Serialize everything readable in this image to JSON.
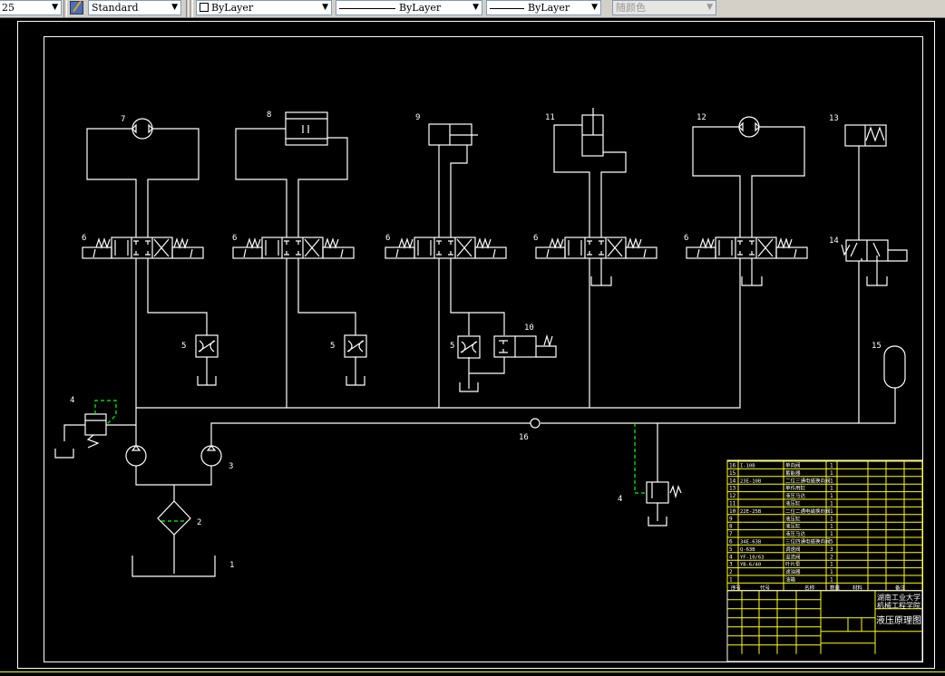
{
  "toolbar": {
    "lineweight_value": "25",
    "text_style_value": "Standard",
    "text_style_icon": "text-style-icon",
    "layer_color_value": "ByLayer",
    "linetype_value": "ByLayer",
    "lineweight2_value": "ByLayer",
    "plot_style_value": "随颜色"
  },
  "colors": {
    "background": "#000000",
    "lines": "#ffffff",
    "pilot_dashed": "#00ff00",
    "title_block": "#ffff00",
    "toolbar": "#d4d0c8"
  },
  "drawing": {
    "labels": {
      "l1": "1",
      "l2": "2",
      "l3": "3",
      "l4a": "4",
      "l4b": "4",
      "l5a": "5",
      "l5b": "5",
      "l5c": "5",
      "l6a": "6",
      "l6b": "6",
      "l6c": "6",
      "l6d": "6",
      "l6e": "6",
      "l7": "7",
      "l8": "8",
      "l9": "9",
      "l10": "10",
      "l11": "11",
      "l12": "12",
      "l13": "13",
      "l14": "14",
      "l15": "15",
      "l16": "16"
    }
  },
  "title_block": {
    "parts": [
      {
        "no": "16",
        "code": "I-10B",
        "name": "单向阀",
        "qty": "1"
      },
      {
        "no": "15",
        "code": "",
        "name": "蓄能器",
        "qty": "1"
      },
      {
        "no": "14",
        "code": "23E-10B",
        "name": "二位三通电磁换向阀",
        "qty": "1"
      },
      {
        "no": "13",
        "code": "",
        "name": "单作用缸",
        "qty": "1"
      },
      {
        "no": "12",
        "code": "",
        "name": "液压马达",
        "qty": "1"
      },
      {
        "no": "11",
        "code": "",
        "name": "液压缸",
        "qty": "1"
      },
      {
        "no": "10",
        "code": "22E-25B",
        "name": "二位二通电磁换向阀",
        "qty": "1"
      },
      {
        "no": "9",
        "code": "",
        "name": "液压缸",
        "qty": "1"
      },
      {
        "no": "8",
        "code": "",
        "name": "液压缸",
        "qty": "1"
      },
      {
        "no": "7",
        "code": "",
        "name": "液压马达",
        "qty": "1"
      },
      {
        "no": "6",
        "code": "34E-63B",
        "name": "三位四通电磁换向阀",
        "qty": "5"
      },
      {
        "no": "5",
        "code": "Q-63B",
        "name": "调速阀",
        "qty": "3"
      },
      {
        "no": "4",
        "code": "YF-10/63",
        "name": "溢流阀",
        "qty": "2"
      },
      {
        "no": "3",
        "code": "YB-6/40",
        "name": "叶片泵",
        "qty": "1"
      },
      {
        "no": "2",
        "code": "",
        "name": "滤油器",
        "qty": "1"
      },
      {
        "no": "1",
        "code": "",
        "name": "油箱",
        "qty": "1"
      }
    ],
    "header": [
      "序号",
      "代号",
      "名称",
      "数量",
      "材料",
      "备注"
    ],
    "school": "湖南工业大学",
    "college": "机械工程学院",
    "drawing_title": "液压原理图"
  }
}
